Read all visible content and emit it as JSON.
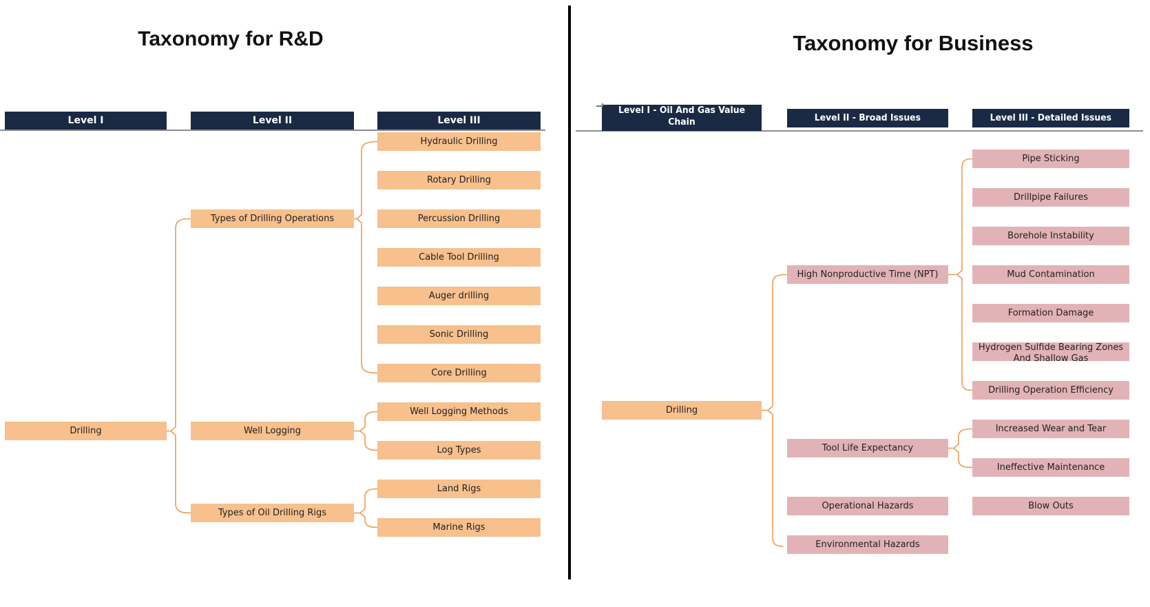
{
  "left": {
    "title": "Taxonomy for R&D",
    "headers": {
      "level1": "Level I",
      "level2": "Level II",
      "level3": "Level III"
    },
    "level1": "Drilling",
    "level2": [
      "Types of Drilling Operations",
      "Well Logging",
      "Types of Oil Drilling Rigs"
    ],
    "level3": [
      "Hydraulic Drilling",
      "Rotary Drilling",
      "Percussion Drilling",
      "Cable Tool Drilling",
      "Auger drilling",
      "Sonic Drilling",
      "Core Drilling",
      "Well Logging Methods",
      "Log Types",
      "Land Rigs",
      "Marine Rigs"
    ]
  },
  "right": {
    "title": "Taxonomy for Business",
    "headers": {
      "level1": "Level I - Oil And Gas Value Chain",
      "level2": "Level II - Broad Issues",
      "level3": "Level III - Detailed Issues"
    },
    "level1": "Drilling",
    "level2": [
      "High Nonproductive Time (NPT)",
      "Tool Life Expectancy",
      "Operational Hazards",
      "Environmental Hazards"
    ],
    "level3": [
      "Pipe Sticking",
      "Drillpipe Failures",
      "Borehole Instability",
      "Mud Contamination",
      "Formation Damage",
      "Hydrogen Sulfide Bearing Zones And Shallow Gas",
      "Drilling Operation Efficiency",
      "Increased Wear and Tear",
      "Ineffective Maintenance",
      "Blow Outs"
    ]
  },
  "colors": {
    "header_bg": "#1a2a45",
    "rd_node_fill": "#f7c08d",
    "business_node_fill": "#e2b3b6",
    "connector": "#ed9c54",
    "divider": "#000000"
  }
}
